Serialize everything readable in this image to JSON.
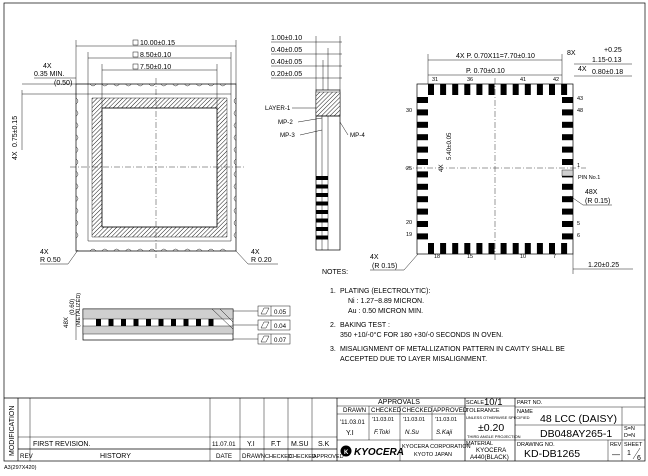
{
  "front_view": {
    "dim_outer": "10.00±0.15",
    "dim_mid": "8.50±0.10",
    "dim_inner": "7.50±0.10",
    "dim_4x_left": "4X",
    "dim_min": "0.35  MIN.",
    "dim_ref": "(0.50)",
    "dim_side_prefix": "4X",
    "dim_side": "0.75±0.15",
    "corner_left_prefix": "4X",
    "corner_left": "R  0.50",
    "corner_right_prefix": "4X",
    "corner_right": "R  0.20"
  },
  "section_view": {
    "dims": [
      "1.00±0.10",
      "0.40±0.05",
      "0.40±0.05",
      "0.20±0.05"
    ],
    "layers": [
      "LAYER-1",
      "MP-2",
      "MP-3"
    ],
    "mp4": "MP-4"
  },
  "side_view": {
    "prefix": "48X",
    "label": "(0.60)",
    "metalized": "(METALIZED)",
    "tolerances": [
      "0.05",
      "0.04",
      "0.07"
    ]
  },
  "pad_view": {
    "pitch_label": "4X    P.  0.70X11=7.70±0.10",
    "pitch": "P.  0.70±0.10",
    "pad_count": "8X",
    "pad_tol_plus": "+0.25",
    "pad_tol_minus": "1.15-0.13",
    "pad_4x": "4X",
    "pad_width": "0.80±0.18",
    "inner_4x": "4X",
    "inner_dim": "5.40±0.05",
    "pin1": "PIN  No.1",
    "r48_prefix": "48X",
    "r48": "(R  0.15)",
    "r4_prefix": "4X",
    "r4": "(R  0.15)",
    "bottom_dim": "1.20±0.25",
    "pin_numbers": {
      "left": [
        "30",
        "25",
        "20",
        "19"
      ],
      "bottom": [
        "18",
        "15",
        "10",
        "7"
      ],
      "right": [
        "43",
        "1",
        "5",
        "6"
      ],
      "top": [
        "31",
        "36",
        "41",
        "42"
      ],
      "right_extra": "48"
    }
  },
  "notes": {
    "header": "NOTES:",
    "items": [
      {
        "num": "1.",
        "lines": [
          "PLATING (ELECTROLYTIC):",
          "Ni  :  1.27~8.89  MICRON.",
          "Au  :  0.50  MICRON  MIN."
        ]
      },
      {
        "num": "2.",
        "lines": [
          "BAKING  TEST  :",
          "350  +10/-0°C  FOR  180  +30/-0  SECONDS  IN  OVEN."
        ]
      },
      {
        "num": "3.",
        "lines": [
          "MISALIGNMENT  OF  METALLIZATION  PATTERN  IN  CAVITY  SHALL  BE",
          "ACCEPTED  DUE  TO  LAYER  MISALIGNMENT."
        ]
      }
    ]
  },
  "title_block": {
    "modification": "MODIFICATION",
    "rev_label": "REV",
    "history_label": "HISTORY",
    "rev_row_desc": "FIRST  REVISION.",
    "rev_row_date": "11.07.01",
    "col_date": "DATE",
    "col_drawn": "DRAWN",
    "col_checked": "CHECKED",
    "col_approved": "APPROVED",
    "initials": [
      "Y.I",
      "F.T",
      "M.SU",
      "S.K"
    ],
    "approvals": "APPROVALS",
    "appr_cols": [
      "DRAWN",
      "CHECKED",
      "CHECKED",
      "APPROVED"
    ],
    "appr_dates": [
      "'11.03.01",
      "'11.03.01",
      "'11.03.01",
      "'11.03.01"
    ],
    "appr_names": [
      "Y.I",
      "F.Toki",
      "N.Su",
      "S.Kaji"
    ],
    "scale_label": "SCALE",
    "scale_value": "10/1",
    "tolerance_label": "TOLERANCE",
    "tolerance_note": "UNLESS  OTHERWISE  SPECIFIED",
    "tolerance_value": "±0.20",
    "projection": "THIRD ANGLE PROJECTION",
    "company": "KYOCERA  CORPORATION",
    "city": "KYOTO  JAPAN",
    "logo": "KYOCERA",
    "material_label": "MATERIAL",
    "material_1": "KYOCERA",
    "material_2": "A440(BLACK)",
    "part_no_label": "PART NO.",
    "name_label": "NAME",
    "name_value": "48  LCC  (DAISY)",
    "part_value": "DB048AY265-1",
    "drawing_no_label": "DRAWING NO.",
    "drawing_no": "KD-DB1265",
    "sn": "S=N",
    "dn": "D=N",
    "rev_code_label": "REV",
    "rev_code": "—",
    "sheet_label": "SHEET",
    "sheet_num": "1",
    "sheet_total": "6",
    "paper": "A3(297X420)"
  }
}
